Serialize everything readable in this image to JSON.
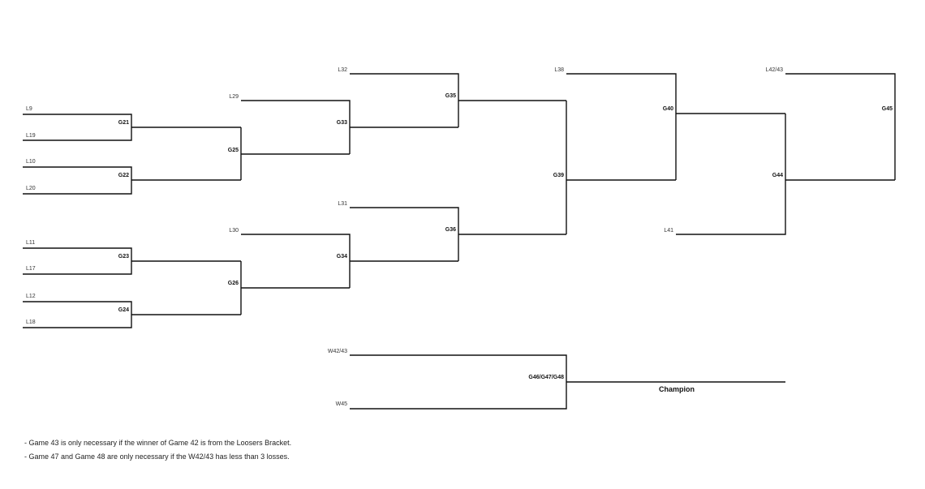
{
  "slots": {
    "L9": "L9",
    "L19": "L19",
    "L10": "L10",
    "L20": "L20",
    "L11": "L11",
    "L17": "L17",
    "L12": "L12",
    "L18": "L18",
    "L29": "L29",
    "L30": "L30",
    "L31": "L31",
    "L32": "L32",
    "L38": "L38",
    "L41": "L41",
    "L42_43": "L42/43",
    "W42_43": "W42/43",
    "W45": "W45"
  },
  "games": {
    "G21": "G21",
    "G22": "G22",
    "G23": "G23",
    "G24": "G24",
    "G25": "G25",
    "G26": "G26",
    "G33": "G33",
    "G34": "G34",
    "G35": "G35",
    "G36": "G36",
    "G39": "G39",
    "G40": "G40",
    "G44": "G44",
    "G45": "G45",
    "G46_47_48": "G46/G47/G48"
  },
  "champion_label": "Champion",
  "notes": [
    "- Game 43 is only necessary if the winner of Game 42 is from the Loosers Bracket.",
    "- Game 47 and Game 48 are only necessary if the W42/43 has less than 3 losses."
  ]
}
